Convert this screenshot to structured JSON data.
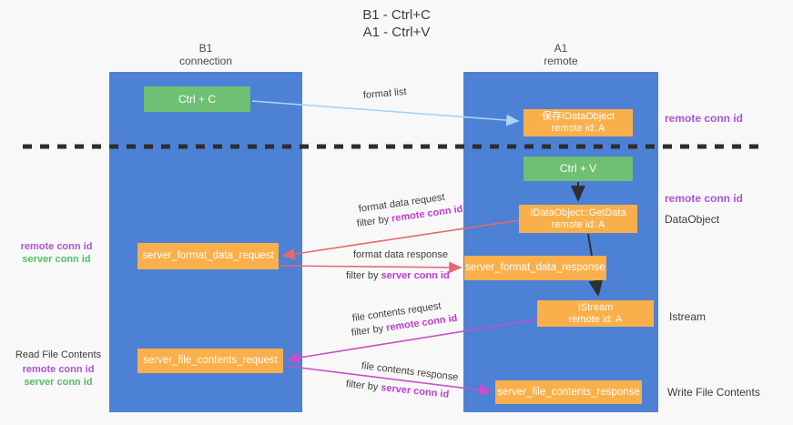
{
  "title": {
    "line1": "B1 - Ctrl+C",
    "line2": "A1 - Ctrl+V"
  },
  "columns": {
    "left": {
      "name": "B1",
      "subtitle": "connection"
    },
    "right": {
      "name": "A1",
      "subtitle": "remote"
    }
  },
  "nodes": {
    "ctrl_c": {
      "label": "Ctrl + C"
    },
    "ctrl_v": {
      "label": "Ctrl + V"
    },
    "save_idataobject": {
      "line1": "保存IDataObject",
      "line2": "remote id: A"
    },
    "idataobject_getdata": {
      "line1": "IDataObject::GetData",
      "line2": "remote id: A"
    },
    "istream_box": {
      "line1": "IStream",
      "line2": "remote id: A"
    },
    "server_format_data_request": {
      "label": "server_format_data_request"
    },
    "server_format_data_response": {
      "label": "server_format_data_response"
    },
    "server_file_contents_request": {
      "label": "server_file_contents_request"
    },
    "server_file_contents_response": {
      "label": "server_file_contents_response"
    }
  },
  "edges": {
    "format_list": {
      "label": "format list"
    },
    "format_data_request": {
      "label": "format data request",
      "filter_prefix": "filter by ",
      "filter_key": "remote conn id"
    },
    "format_data_response": {
      "label": "format data response",
      "filter_prefix": "filter by ",
      "filter_key": "server conn id"
    },
    "file_contents_request": {
      "label": "file contents request",
      "filter_prefix": "filter by ",
      "filter_key": "remote conn id"
    },
    "file_contents_response": {
      "label": "file contents response",
      "filter_prefix": "filter by ",
      "filter_key": "server conn id"
    }
  },
  "side_labels": {
    "right_top_remote_conn_id": "remote conn id",
    "right_mid_remote_conn_id": "remote conn id",
    "dataobject": "DataObject",
    "istream": "Istream",
    "write_file_contents": "Write File Contents",
    "left_format_remote_conn_id": "remote conn id",
    "left_format_server_conn_id": "server conn id",
    "read_file_contents": "Read File Contents",
    "left_file_remote_conn_id": "remote conn id",
    "left_file_server_conn_id": "server conn id"
  },
  "colors": {
    "background": "#f8f8f8",
    "column_blue": "#4d81d5",
    "box_orange": "#f9b04a",
    "box_green": "#6fbf74",
    "arrow_red": "#e5696d",
    "arrow_magenta": "#c94fc9",
    "arrow_light_blue": "#aad4f0",
    "arrow_black": "#2f2f2f",
    "label_purple": "#ab55ce",
    "label_magenta": "#bc3ecf",
    "label_green": "#55bd68"
  }
}
